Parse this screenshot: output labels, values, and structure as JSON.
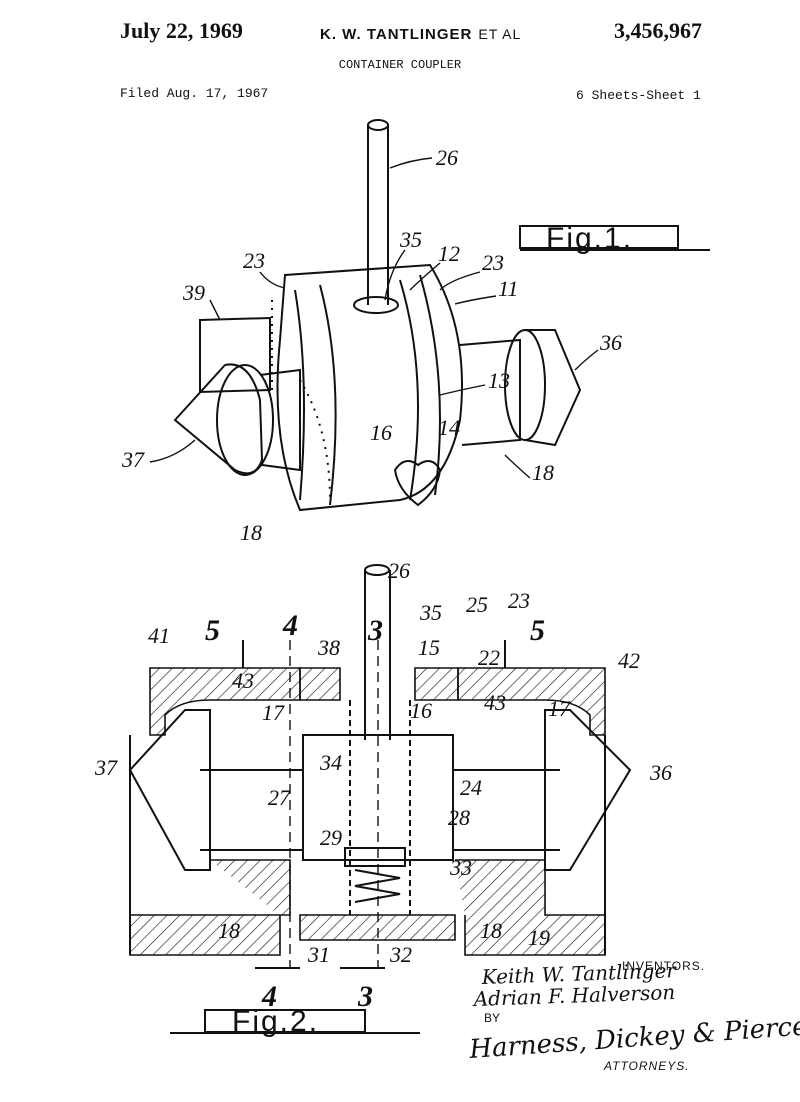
{
  "header": {
    "date": "July 22, 1969",
    "inventor": "K. W. TANTLINGER",
    "et_al": "ET AL",
    "patent_number": "3,456,967",
    "title": "CONTAINER COUPLER",
    "filed": "Filed Aug. 17, 1967",
    "sheets": "6 Sheets-Sheet 1"
  },
  "fig1": {
    "label": "Fig.1.",
    "refs": [
      "26",
      "35",
      "12",
      "23",
      "23",
      "11",
      "39",
      "36",
      "13",
      "14",
      "16",
      "37",
      "18",
      "18"
    ]
  },
  "fig2": {
    "label": "Fig.2.",
    "refs": [
      "26",
      "5",
      "4",
      "3",
      "35",
      "15",
      "25",
      "23",
      "5",
      "41",
      "38",
      "42",
      "22",
      "43",
      "17",
      "43",
      "17",
      "16",
      "37",
      "34",
      "36",
      "24",
      "27",
      "28",
      "29",
      "33",
      "18",
      "18",
      "19",
      "31",
      "32"
    ],
    "section_marks": [
      "4",
      "3"
    ]
  },
  "signature_block": {
    "inventors_heading": "INVENTORS.",
    "inventor_1": "Keith W. Tantlinger",
    "inventor_2": "Adrian F. Halverson",
    "by": "BY",
    "firm": "Harness, Dickey & Pierce",
    "attorneys": "ATTORNEYS."
  }
}
